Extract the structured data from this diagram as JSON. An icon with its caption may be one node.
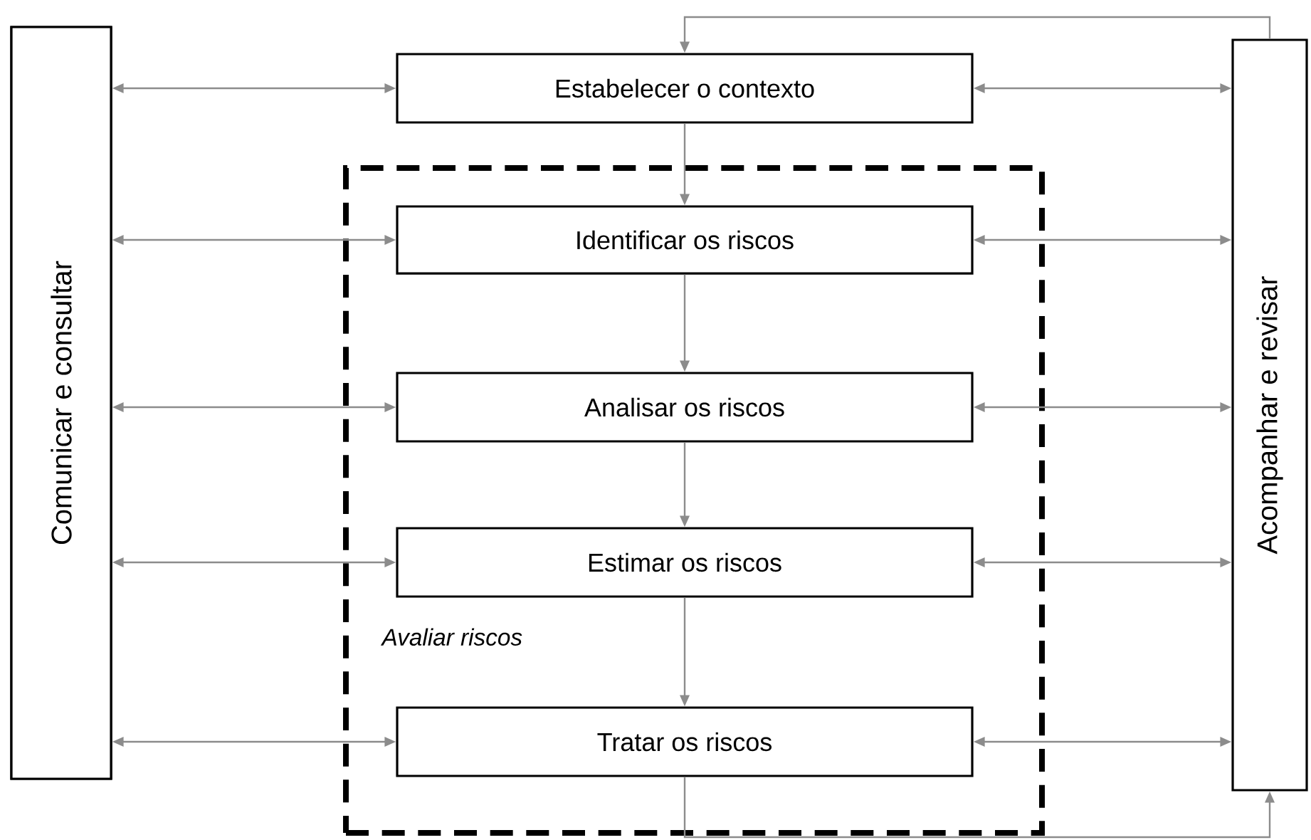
{
  "diagram": {
    "nodes": [
      {
        "text": [
          "Comunicar e consultar"
        ]
      },
      {
        "text": [
          "Estabelecer o contexto"
        ]
      },
      {
        "text": [
          "Avaliar riscos"
        ]
      },
      {
        "text": [
          "Identificar os riscos"
        ],
        "in": 2
      },
      {
        "text": [
          "Analisar os riscos"
        ],
        "in": 2
      },
      {
        "text": [
          "Estimar os riscos"
        ],
        "in": 2
      },
      {
        "text": [
          "Tratar os riscos"
        ],
        "in": 2
      },
      {
        "text": [
          "Acompanhar e revisar"
        ]
      }
    ],
    "edges": [
      {
        "from": 0,
        "to": 1,
        "arrow": "both"
      },
      {
        "from": 0,
        "to": 3,
        "arrow": "both"
      },
      {
        "from": 0,
        "to": 4,
        "arrow": "both"
      },
      {
        "from": 0,
        "to": 5,
        "arrow": "both"
      },
      {
        "from": 0,
        "to": 6,
        "arrow": "both"
      },
      {
        "from": 7,
        "to": 1,
        "arrow": "both"
      },
      {
        "from": 7,
        "to": 3,
        "arrow": "both"
      },
      {
        "from": 7,
        "to": 4,
        "arrow": "both"
      },
      {
        "from": 7,
        "to": 5,
        "arrow": "both"
      },
      {
        "from": 7,
        "to": 6,
        "arrow": "both"
      },
      {
        "from": 1,
        "to": 3,
        "arrow": "to"
      },
      {
        "from": 3,
        "to": 4,
        "arrow": "to"
      },
      {
        "from": 4,
        "to": 5,
        "arrow": "to"
      },
      {
        "from": 5,
        "to": 6,
        "arrow": "to"
      },
      {
        "from": 6,
        "to": 7,
        "arrow": "to"
      },
      {
        "from": 7,
        "to": 1,
        "arrow": "to"
      }
    ]
  }
}
